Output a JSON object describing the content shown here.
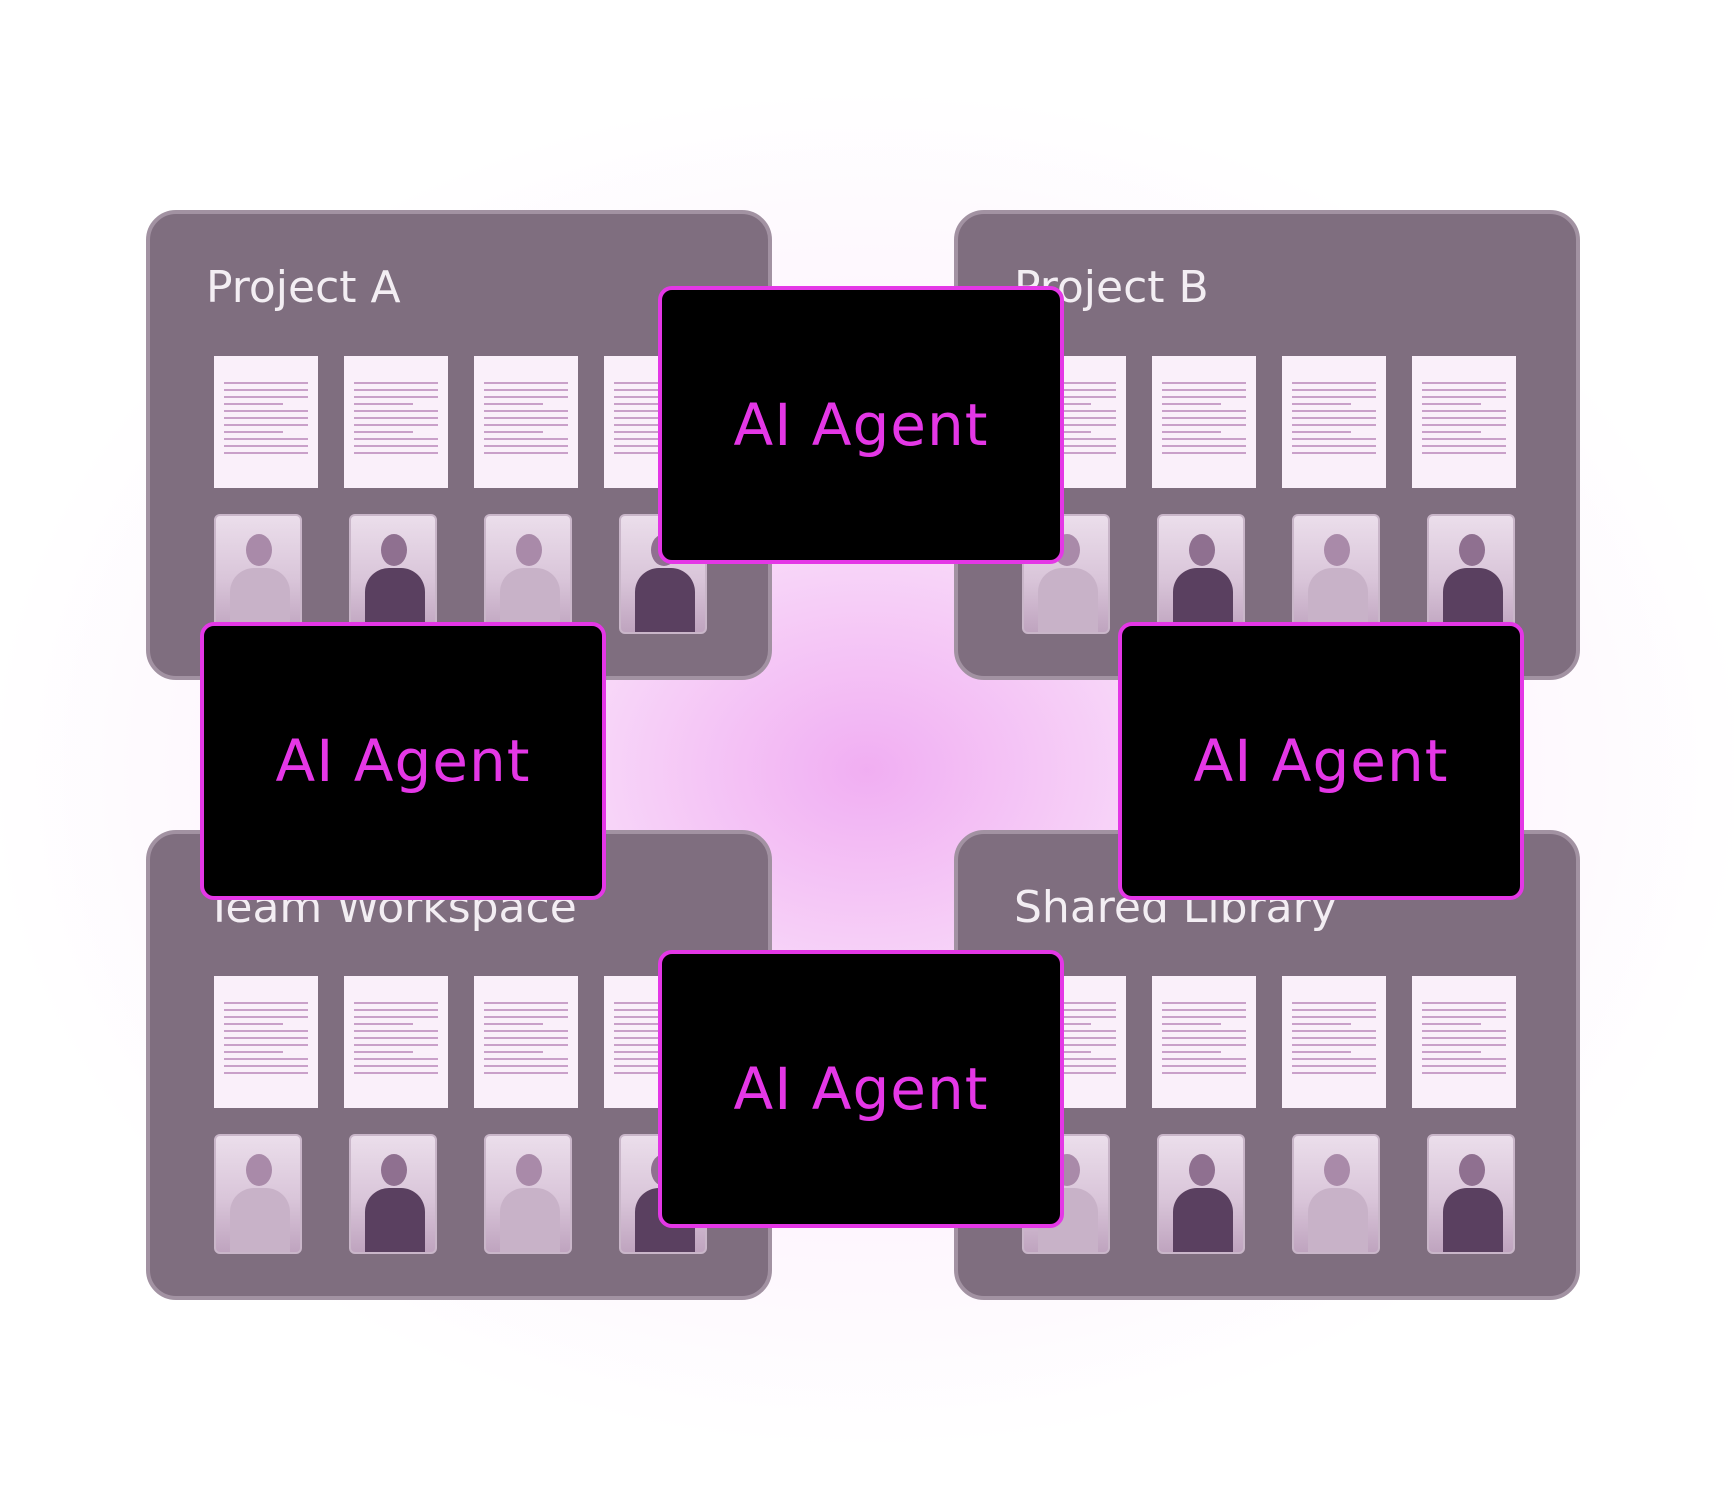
{
  "colors": {
    "accent": "#e437e6",
    "panel": "#7f6e7f",
    "glow": "#f3b8f4",
    "agent_bg": "#000000"
  },
  "workspaces": [
    {
      "title": "Project A"
    },
    {
      "title": "Project B"
    },
    {
      "title": "Team Workspace"
    },
    {
      "title": "Shared Library"
    }
  ],
  "agents": [
    {
      "label": "AI Agent"
    },
    {
      "label": "AI Agent"
    },
    {
      "label": "AI Agent"
    },
    {
      "label": "AI Agent"
    }
  ]
}
